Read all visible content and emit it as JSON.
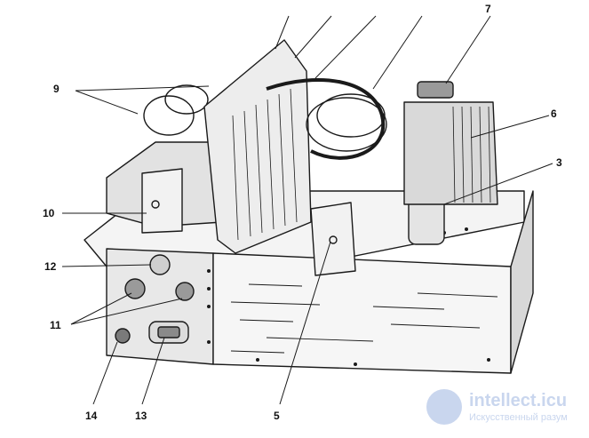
{
  "callouts": {
    "n3": "3",
    "n5": "5",
    "n6": "6",
    "n7": "7",
    "n9": "9",
    "n10": "10",
    "n11": "11",
    "n12": "12",
    "n13": "13",
    "n14": "14"
  },
  "watermark": {
    "brand": "intellect.icu",
    "tagline": "Искусственный разум"
  },
  "colors": {
    "ink": "#1a1a1a",
    "paper": "#ffffff",
    "watermark": "#c9d6ee"
  }
}
